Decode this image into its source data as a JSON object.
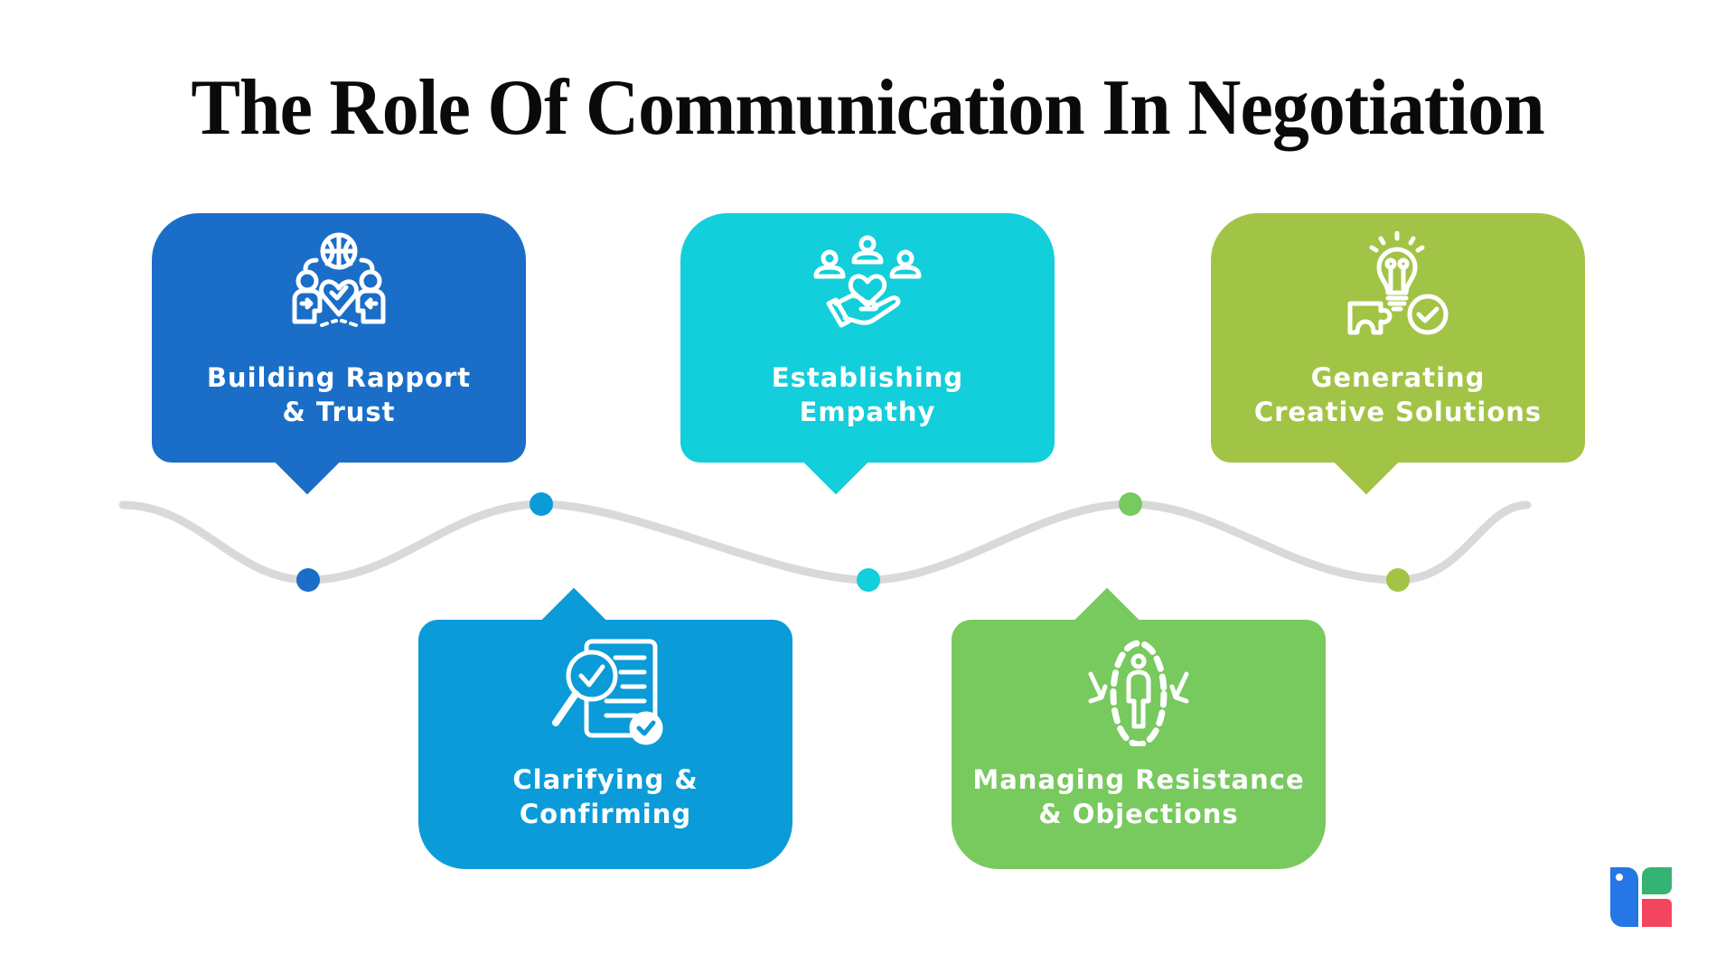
{
  "title": "The Role Of Communication In Negotiation",
  "colors": {
    "background": "#ffffff",
    "title": "#0a0a0a",
    "wave_line": "#d9d9d9",
    "rapport": "#1a6ec8",
    "empathy": "#13cedb",
    "creative": "#a2c446",
    "clarifying": "#0b9bd8",
    "resistance": "#78c95e",
    "logo_blue": "#2477e4",
    "logo_green": "#35b374",
    "logo_red": "#f2455e"
  },
  "cards": [
    {
      "id": "rapport",
      "line1": "Building Rapport",
      "line2": "& Trust",
      "icon": "people-globe-heart-icon",
      "position": "top"
    },
    {
      "id": "clarifying",
      "line1": "Clarifying &",
      "line2": "Confirming",
      "icon": "document-magnifier-check-icon",
      "position": "bottom"
    },
    {
      "id": "empathy",
      "line1": "Establishing",
      "line2": "Empathy",
      "icon": "hand-heart-people-icon",
      "position": "top"
    },
    {
      "id": "resistance",
      "line1": "Managing Resistance",
      "line2": "& Objections",
      "icon": "person-boundary-arrows-icon",
      "position": "bottom"
    },
    {
      "id": "creative",
      "line1": "Generating",
      "line2": "Creative Solutions",
      "icon": "lightbulb-puzzle-check-icon",
      "position": "top"
    }
  ],
  "logo": "brand-logo-icon"
}
